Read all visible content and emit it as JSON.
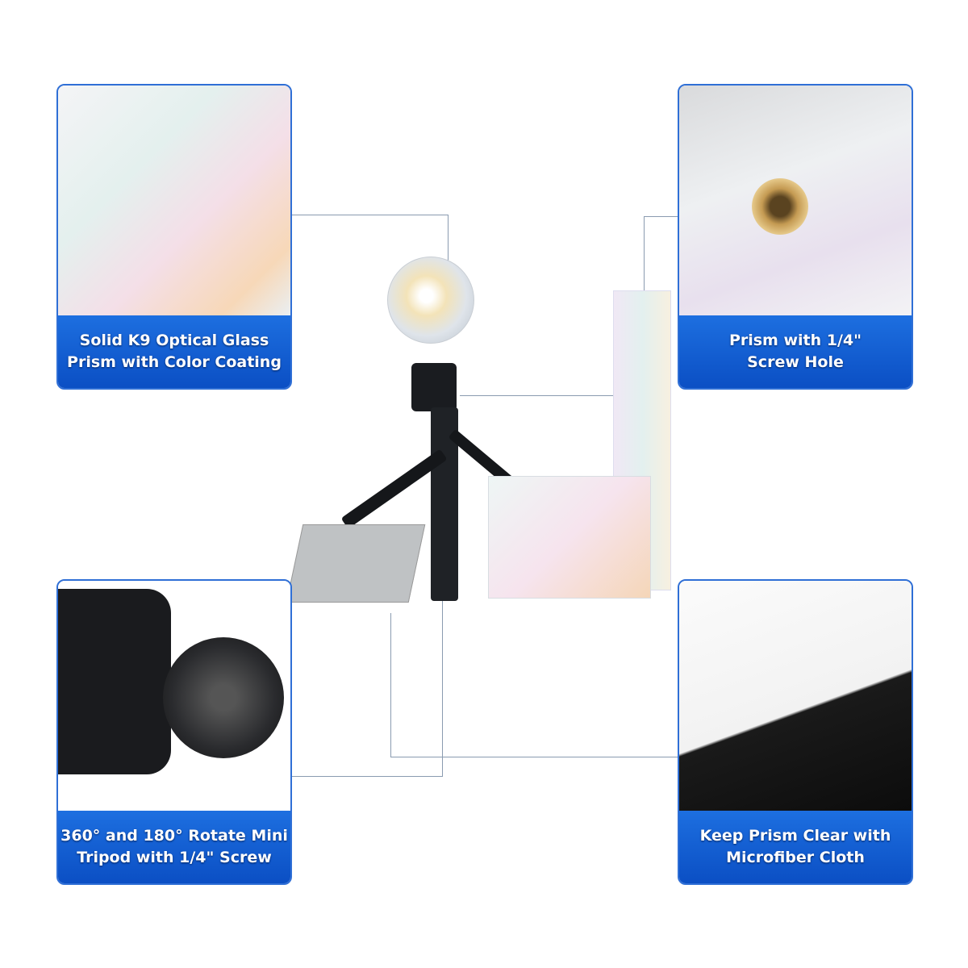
{
  "features": [
    {
      "label_line1": "Solid K9 Optical Glass",
      "label_line2": "Prism with Color Coating"
    },
    {
      "label_line1": "Prism with 1/4\"",
      "label_line2": "Screw Hole"
    },
    {
      "label_line1": "360° and 180° Rotate Mini",
      "label_line2": "Tripod with 1/4\" Screw"
    },
    {
      "label_line1": "Keep Prism Clear with",
      "label_line2": "Microfiber Cloth"
    }
  ],
  "colors": {
    "accent": "#1560d8",
    "border": "#2f6fd6"
  }
}
